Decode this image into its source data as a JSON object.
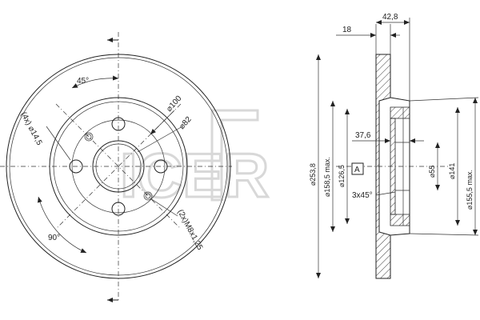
{
  "front_view": {
    "angle_top": "45°",
    "angle_bottom": "90°",
    "hole_label": "(4x) ⌀14,5",
    "bolt_circle": "⌀100",
    "center_bore": "⌀82",
    "thread_label": "(2x)M8x1,25"
  },
  "section_view": {
    "thickness": "18",
    "total_height": "42,8",
    "offset": "37,6",
    "outer_dia": "⌀253,8",
    "friction_dia": "⌀158,5 max.",
    "hub_dia": "⌀126,5",
    "datum": "A",
    "chamfer": "3x45°",
    "bore_dia": "⌀55",
    "pilot_dia": "⌀141",
    "inner_max_dia": "⌀155,5 max."
  },
  "watermark": {
    "text": "ICER"
  }
}
